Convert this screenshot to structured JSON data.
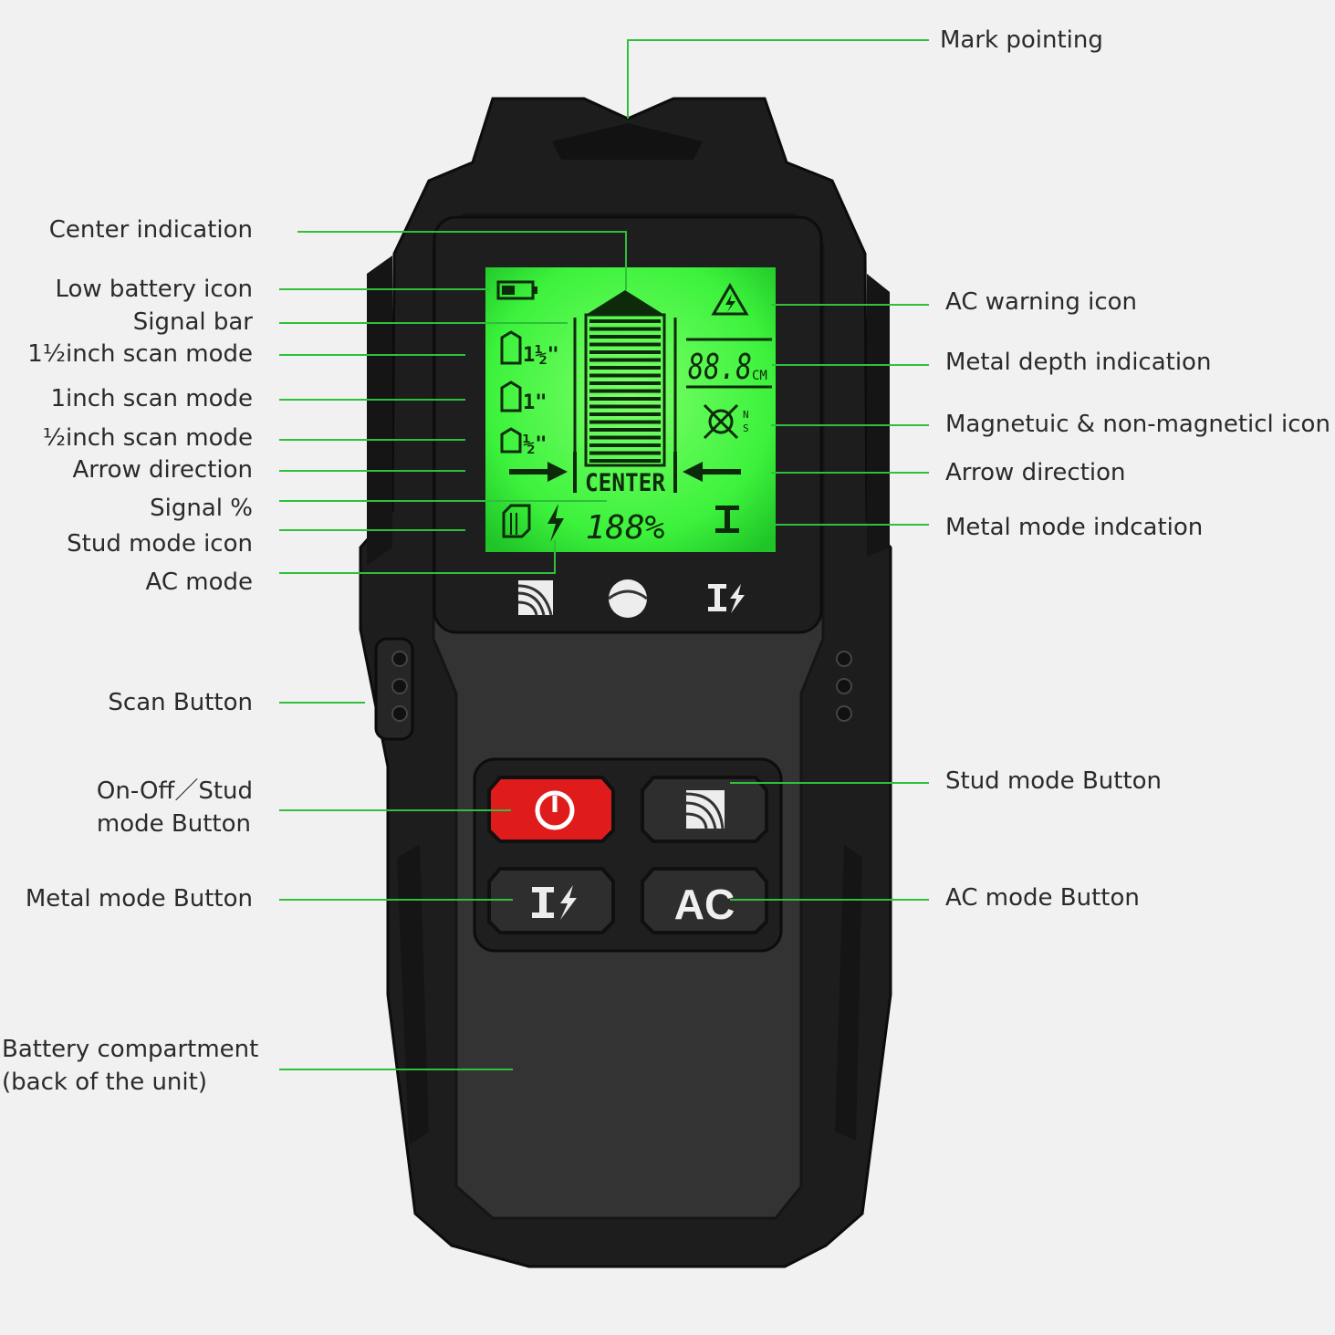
{
  "callouts": {
    "mark_pointing": "Mark pointing",
    "center_indication": "Center indication",
    "low_battery_icon": "Low battery icon",
    "signal_bar": "Signal bar",
    "scan_1_5_inch": "1½inch scan mode",
    "scan_1_inch": "1inch scan mode",
    "scan_half_inch": "½inch scan mode",
    "arrow_direction_left": "Arrow direction",
    "signal_percent": "Signal %",
    "stud_mode_icon": "Stud mode icon",
    "ac_mode": "AC mode",
    "scan_button": "Scan Button",
    "on_off_stud_button_line1": "On-Off／Stud",
    "on_off_stud_button_line2": "mode Button",
    "metal_mode_button": "Metal mode Button",
    "battery_compartment_line1": "Battery compartment",
    "battery_compartment_line2": "(back of the unit)",
    "ac_warning_icon": "AC warning icon",
    "metal_depth_indication": "Metal depth indication",
    "magnetic_icon": "Magnetuic & non-magneticl icon",
    "arrow_direction_right": "Arrow direction",
    "metal_mode_indication": "Metal mode indcation",
    "stud_mode_button": "Stud mode Button",
    "ac_mode_button": "AC mode Button"
  },
  "lcd": {
    "depth_value": "88.8",
    "depth_unit": "CM",
    "center_text": "CENTER",
    "signal_value": "188%",
    "scan_1_5_label": "1½\"",
    "scan_1_label": "1\"",
    "scan_half_label": "½\"",
    "mag_n": "N",
    "mag_s": "S"
  },
  "buttons": {
    "ac_label": "AC"
  },
  "colors": {
    "leader_line": "#2fbf3a",
    "lcd_green": "#3cf53c",
    "device_body": "#2b2b2b",
    "power_button": "#e01b1b"
  }
}
